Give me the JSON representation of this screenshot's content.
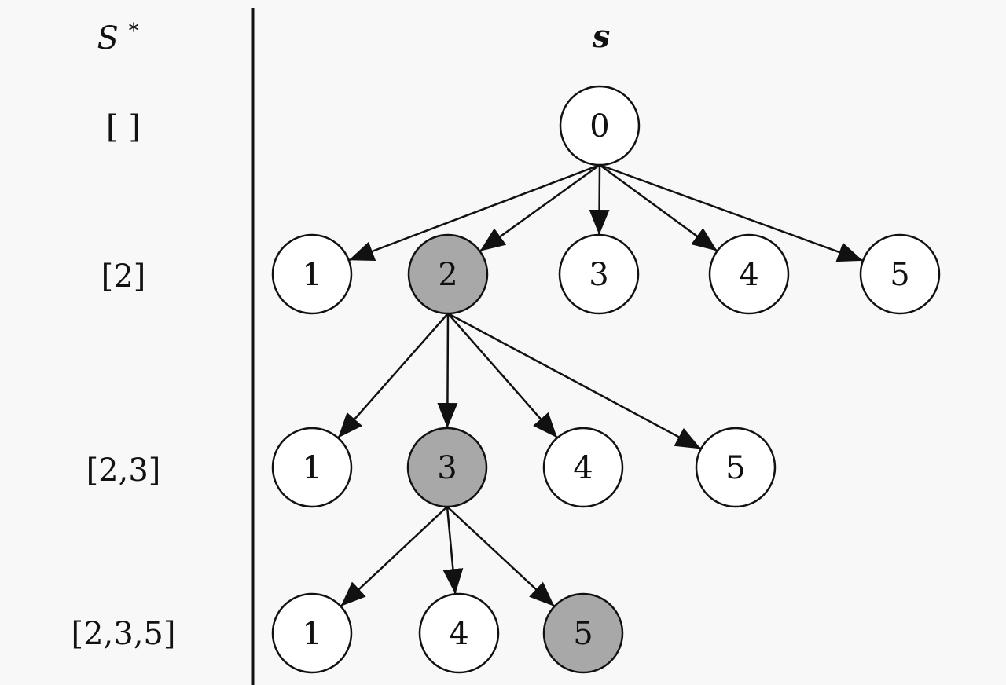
{
  "headers": {
    "left": "S*",
    "right": "s"
  },
  "colors": {
    "background": "#f8f8f8",
    "stroke": "#111111",
    "highlight_fill": "#a8a8a8",
    "normal_fill": "#ffffff"
  },
  "levels": [
    {
      "label": "[ ]",
      "nodes": [
        {
          "id": "n0",
          "text": "0",
          "highlighted": false
        }
      ]
    },
    {
      "label": "[2]",
      "nodes": [
        {
          "id": "a1",
          "text": "1",
          "highlighted": false
        },
        {
          "id": "a2",
          "text": "2",
          "highlighted": true
        },
        {
          "id": "a3",
          "text": "3",
          "highlighted": false
        },
        {
          "id": "a4",
          "text": "4",
          "highlighted": false
        },
        {
          "id": "a5",
          "text": "5",
          "highlighted": false
        }
      ]
    },
    {
      "label": "[2,3]",
      "nodes": [
        {
          "id": "b1",
          "text": "1",
          "highlighted": false
        },
        {
          "id": "b3",
          "text": "3",
          "highlighted": true
        },
        {
          "id": "b4",
          "text": "4",
          "highlighted": false
        },
        {
          "id": "b5",
          "text": "5",
          "highlighted": false
        }
      ]
    },
    {
      "label": "[2,3,5]",
      "nodes": [
        {
          "id": "c1",
          "text": "1",
          "highlighted": false
        },
        {
          "id": "c4",
          "text": "4",
          "highlighted": false
        },
        {
          "id": "c5",
          "text": "5",
          "highlighted": true
        }
      ]
    }
  ],
  "edges": [
    [
      "n0",
      "a1"
    ],
    [
      "n0",
      "a2"
    ],
    [
      "n0",
      "a3"
    ],
    [
      "n0",
      "a4"
    ],
    [
      "n0",
      "a5"
    ],
    [
      "a2",
      "b1"
    ],
    [
      "a2",
      "b3"
    ],
    [
      "a2",
      "b4"
    ],
    [
      "a2",
      "b5"
    ],
    [
      "b3",
      "c1"
    ],
    [
      "b3",
      "c4"
    ],
    [
      "b3",
      "c5"
    ]
  ]
}
